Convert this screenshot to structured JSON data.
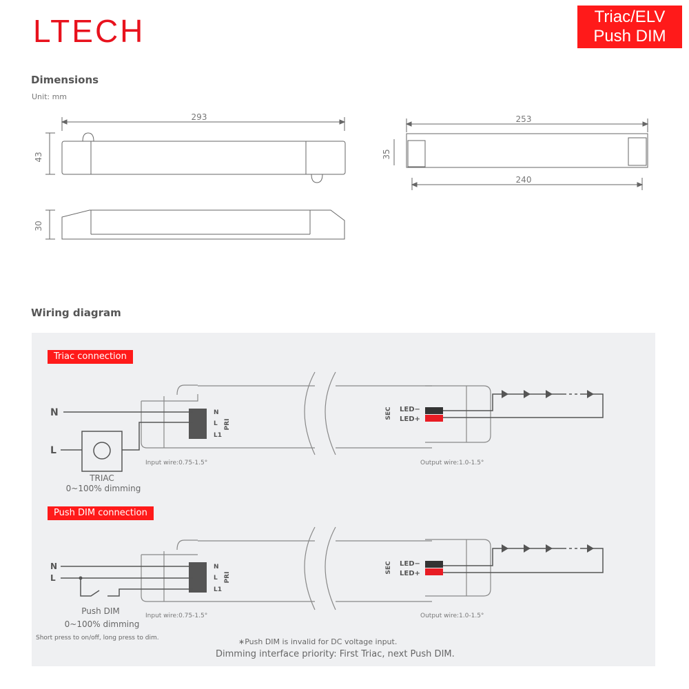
{
  "header": {
    "logo": "LTECH",
    "badge_line1": "Triac/ELV",
    "badge_line2": "Push DIM",
    "brand_color": "#e8121d"
  },
  "dimensions": {
    "title": "Dimensions",
    "unit": "Unit: mm",
    "top_view": {
      "length": "293",
      "width": "43"
    },
    "side_view": {
      "height": "30"
    },
    "end_view": {
      "overall": "253",
      "inner": "240",
      "height": "35"
    }
  },
  "wiring": {
    "title": "Wiring diagram",
    "triac": {
      "tag": "Triac connection",
      "wire_n": "N",
      "wire_l": "L",
      "device_label": "TRIAC",
      "device_sub": "0~100% dimming",
      "terminals": [
        "N",
        "L",
        "L1"
      ],
      "pri": "PRI",
      "sec": "SEC",
      "led_minus": "LED−",
      "led_plus": "LED+",
      "input_wire": "Input wire:0.75-1.5°",
      "output_wire": "Output wire:1.0-1.5°"
    },
    "pushdim": {
      "tag": "Push DIM connection",
      "wire_n": "N",
      "wire_l": "L",
      "device_label": "Push DIM",
      "device_sub": "0~100% dimming",
      "hint": "Short press to on/off, long press to dim.",
      "terminals": [
        "N",
        "L",
        "L1"
      ],
      "pri": "PRI",
      "sec": "SEC",
      "led_minus": "LED−",
      "led_plus": "LED+",
      "input_wire": "Input wire:0.75-1.5°",
      "output_wire": "Output wire:1.0-1.5°"
    },
    "note1": "∗Push DIM is invalid for DC voltage input.",
    "note2": "Dimming interface priority: First Triac, next Push DIM."
  }
}
